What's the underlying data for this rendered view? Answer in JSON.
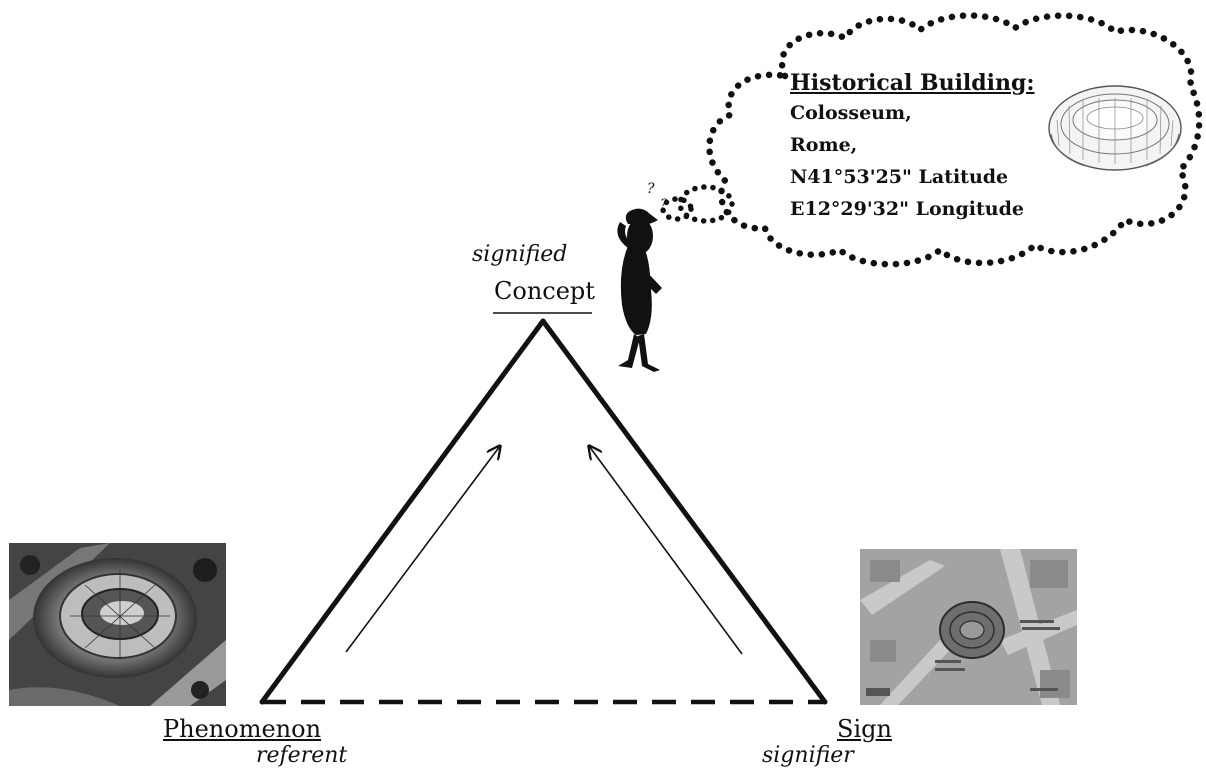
{
  "concept": {
    "role": "signified",
    "name": "Concept"
  },
  "phenomenon": {
    "name": "Phenomenon",
    "role": "referent"
  },
  "sign": {
    "name": "Sign",
    "role": "signifier"
  },
  "thought": {
    "heading": "Historical Building:",
    "lines": [
      "Colosseum,",
      "Rome,",
      "N41°53'25\" Latitude",
      "E12°29'32\" Longitude"
    ],
    "question_marks": [
      "?",
      "?"
    ]
  },
  "colors": {
    "stroke": "#111111",
    "photo_dark": "#2a2a2a",
    "map_bg": "#9a9a9a"
  },
  "icons": [
    "thinking-person-icon",
    "colosseum-sketch-icon",
    "aerial-photo-icon",
    "street-map-icon"
  ]
}
